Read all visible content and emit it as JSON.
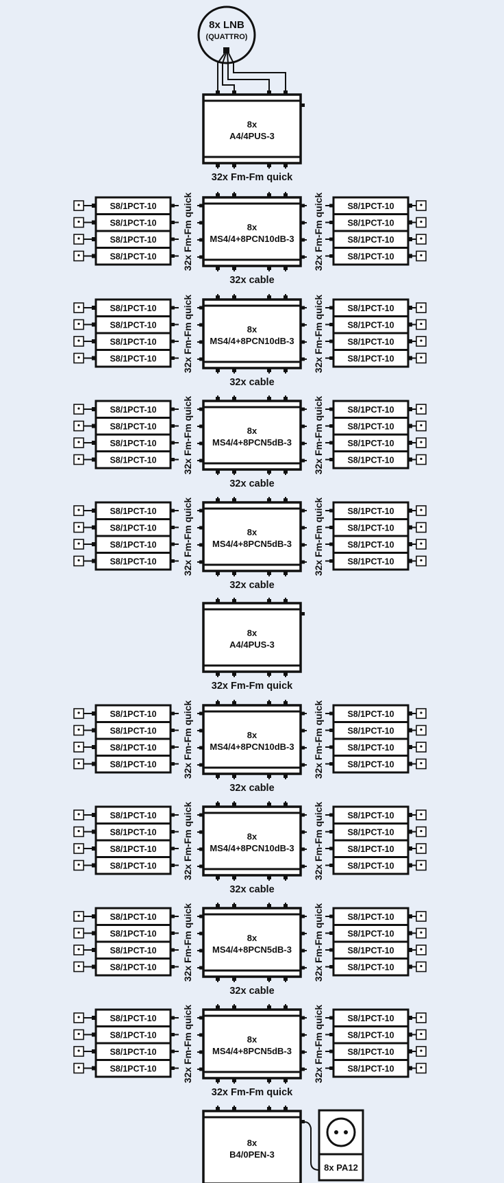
{
  "colors": {
    "background": "#e8eef7",
    "line": "#111111",
    "box_fill": "#ffffff"
  },
  "lnb": {
    "label": "8x LNB",
    "sublabel": "(QUATTRO)"
  },
  "cascade": [
    {
      "type": "amplifier",
      "qty": "8x",
      "model": "A4/4PUS-3",
      "taps": false,
      "label_below": "32x Fm-Fm quick"
    },
    {
      "type": "multiswitch",
      "qty": "8x",
      "model": "MS4/4+8PCN10dB-3",
      "taps": true,
      "label_below": "32x cable"
    },
    {
      "type": "multiswitch",
      "qty": "8x",
      "model": "MS4/4+8PCN10dB-3",
      "taps": true,
      "label_below": "32x cable"
    },
    {
      "type": "multiswitch",
      "qty": "8x",
      "model": "MS4/4+8PCN5dB-3",
      "taps": true,
      "label_below": "32x cable"
    },
    {
      "type": "multiswitch",
      "qty": "8x",
      "model": "MS4/4+8PCN5dB-3",
      "taps": true,
      "label_below": "32x cable"
    },
    {
      "type": "amplifier",
      "qty": "8x",
      "model": "A4/4PUS-3",
      "taps": false,
      "label_below": "32x Fm-Fm quick"
    },
    {
      "type": "multiswitch",
      "qty": "8x",
      "model": "MS4/4+8PCN10dB-3",
      "taps": true,
      "label_below": "32x cable"
    },
    {
      "type": "multiswitch",
      "qty": "8x",
      "model": "MS4/4+8PCN10dB-3",
      "taps": true,
      "label_below": "32x cable"
    },
    {
      "type": "multiswitch",
      "qty": "8x",
      "model": "MS4/4+8PCN5dB-3",
      "taps": true,
      "label_below": "32x cable"
    },
    {
      "type": "multiswitch",
      "qty": "8x",
      "model": "MS4/4+8PCN5dB-3",
      "taps": true,
      "label_below": "32x Fm-Fm quick"
    },
    {
      "type": "terminator",
      "qty": "8x",
      "model": "B4/0PEN-3",
      "taps": false,
      "label_below": ""
    }
  ],
  "splitter_label": "S8/1PCT-10",
  "side_cable_label": "32x Fm-Fm quick",
  "power_supply": {
    "label": "8x PA12",
    "icon": "power-socket-icon"
  }
}
